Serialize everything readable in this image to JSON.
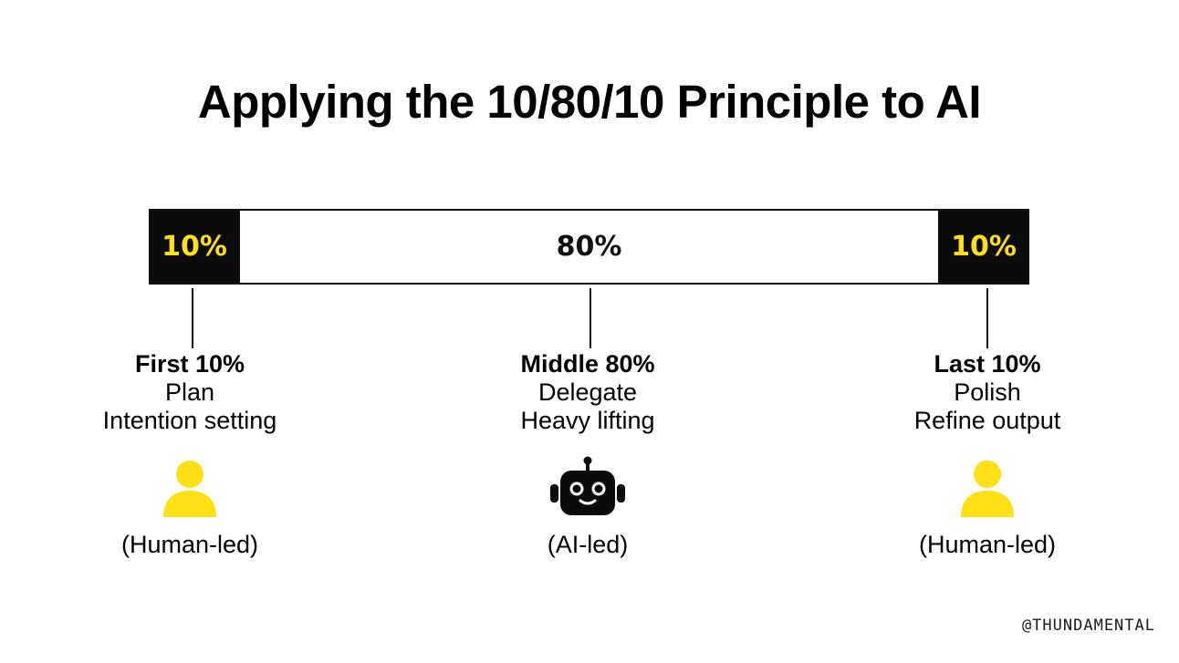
{
  "title": "Applying the 10/80/10 Principle to AI",
  "colors": {
    "highlight": "#FFE014",
    "dark": "#0B0B0B",
    "background": "#FFFFFF"
  },
  "bar": {
    "segments": [
      {
        "label": "10%",
        "share": 10,
        "style": "dark"
      },
      {
        "label": "80%",
        "share": 80,
        "style": "light"
      },
      {
        "label": "10%",
        "share": 10,
        "style": "dark"
      }
    ]
  },
  "phases": [
    {
      "heading": "First 10%",
      "line1": "Plan",
      "line2": "Intention setting",
      "icon": "person-icon",
      "lead": "(Human-led)"
    },
    {
      "heading": "Middle 80%",
      "line1": "Delegate",
      "line2": "Heavy lifting",
      "icon": "robot-icon",
      "lead": "(AI-led)"
    },
    {
      "heading": "Last 10%",
      "line1": "Polish",
      "line2": "Refine output",
      "icon": "person-icon",
      "lead": "(Human-led)"
    }
  ],
  "watermark": "@THUNDAMENTAL"
}
